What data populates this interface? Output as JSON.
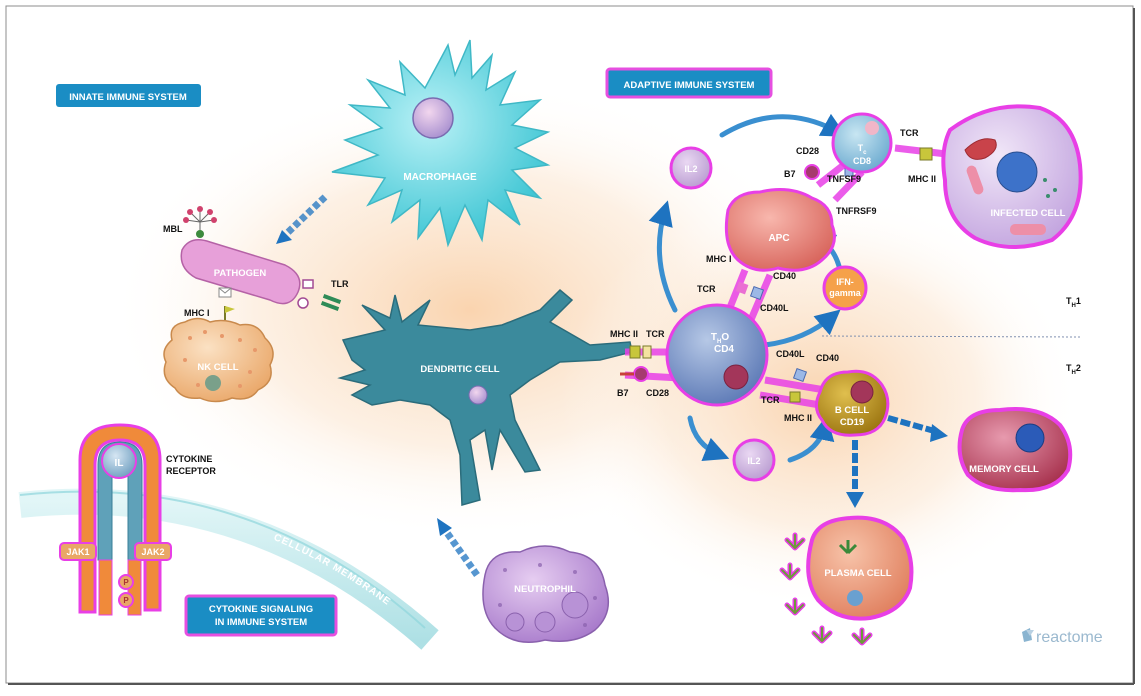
{
  "labels": {
    "innate": "INNATE IMMUNE SYSTEM",
    "adaptive": "ADAPTIVE IMMUNE SYSTEM",
    "cytokine_signaling_line1": "CYTOKINE SIGNALING",
    "cytokine_signaling_line2": "IN IMMUNE SYSTEM",
    "macrophage": "MACROPHAGE",
    "pathogen": "PATHOGEN",
    "mbl": "MBL",
    "tlr": "TLR",
    "mhc_i": "MHC I",
    "mhc_ii": "MHC II",
    "nk_cell": "NK CELL",
    "dendritic_cell": "DENDRITIC CELL",
    "neutrophil": "NEUTROPHIL",
    "il": "IL",
    "cytokine_receptor_line1": "CYTOKINE",
    "cytokine_receptor_line2": "RECEPTOR",
    "jak1": "JAK1",
    "jak2": "JAK2",
    "p": "P",
    "cellular_membrane": "CELLULAR MEMBRANE",
    "tcr": "TCR",
    "b7": "B7",
    "cd28": "CD28",
    "th0_main": "T",
    "th0_sub": "H",
    "th0_tail": "O",
    "cd4": "CD4",
    "apc": "APC",
    "cd40": "CD40",
    "cd40l": "CD40L",
    "il2": "IL2",
    "ifn_line1": "IFN-",
    "ifn_line2": "gamma",
    "tc_main": "T",
    "tc_sub": "c",
    "cd8": "CD8",
    "tnfsf9": "TNFSF9",
    "tnfrsf9": "TNFRSF9",
    "infected_cell": "INFECTED CELL",
    "th1_main": "T",
    "th1_sub": "H",
    "th1_tail": "1",
    "th2_main": "T",
    "th2_sub": "H",
    "th2_tail": "2",
    "b_cell_line1": "B CELL",
    "b_cell_line2": "CD19",
    "memory_cell": "MEMORY CELL",
    "plasma_cell": "PLASMA CELL",
    "brand": "reactome"
  },
  "colors": {
    "badge_blue": "#1a8dc4",
    "badge_border": "#e64fe0",
    "magenta": "#e83fe6",
    "macrophage": "#4fd3df",
    "dendritic": "#3b8a9c",
    "pathogen": "#e7a0d9",
    "nk_cell": "#f2bd84",
    "neutrophil": "#b88ad4",
    "th0": "#6f8fc4",
    "apc": "#e88276",
    "b_cell": "#b38b1a",
    "memory_cell": "#c0506e",
    "plasma_cell": "#e88a6c",
    "infected_cell": "#cdb6e6",
    "arrow_blue": "#1e73c0"
  }
}
